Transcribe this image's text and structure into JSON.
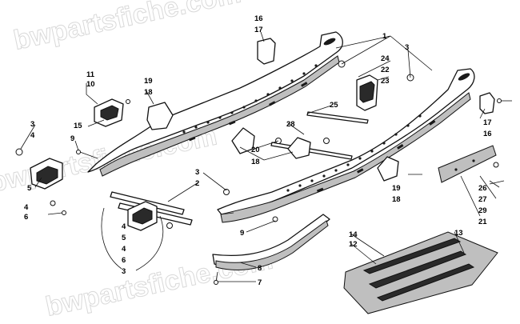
{
  "watermark": {
    "top": "bwpartsfiche.com",
    "middle": "bwpartsfiche.com",
    "bottom": "bwpartsfiche.com"
  },
  "callouts": {
    "c1": "1",
    "c2": "2",
    "c3a": "3",
    "c3b": "3",
    "c3c": "3",
    "c3d": "3",
    "c4a": "4",
    "c4b": "4",
    "c4c": "4",
    "c4d": "4",
    "c5a": "5",
    "c5b": "5",
    "c6a": "6",
    "c6b": "6",
    "c7": "7",
    "c8": "8",
    "c9a": "9",
    "c9b": "9",
    "c10": "10",
    "c11": "11",
    "c12": "12",
    "c13": "13",
    "c14": "14",
    "c15": "15",
    "c16a": "16",
    "c16b": "16",
    "c17a": "17",
    "c17b": "17",
    "c18a": "18",
    "c18b": "18",
    "c18c": "18",
    "c19a": "19",
    "c19b": "19",
    "c20": "20",
    "c21": "21",
    "c22": "22",
    "c23": "23",
    "c24": "24",
    "c25": "25",
    "c26": "26",
    "c27": "27",
    "c28": "28",
    "c29": "29"
  }
}
